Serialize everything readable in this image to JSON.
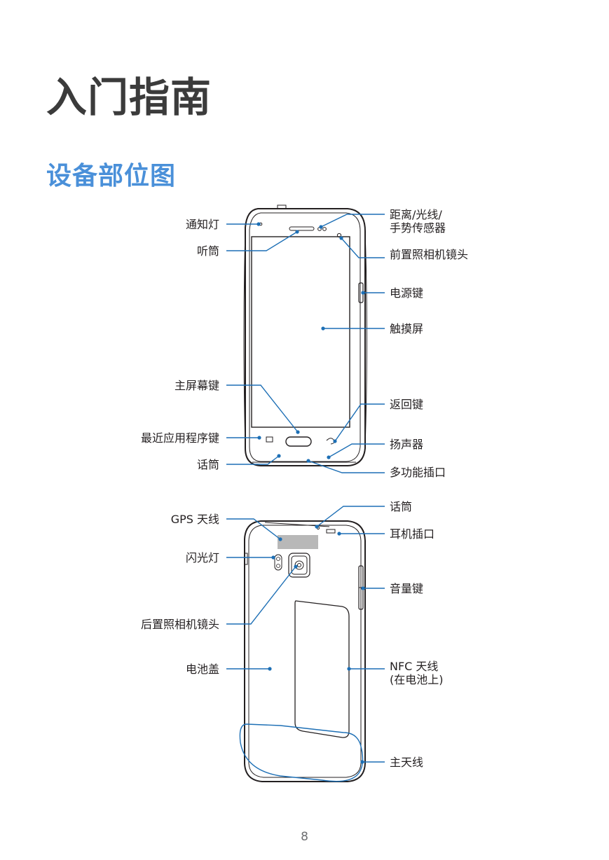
{
  "chapter_title": "入门指南",
  "section_title": "设备部位图",
  "front_labels": {
    "notification_light": "通知灯",
    "earpiece": "听筒",
    "home_key": "主屏幕键",
    "recent_apps_key": "最近应用程序键",
    "microphone_bottom": "话筒",
    "proximity_sensor_line1": "距离/光线/",
    "proximity_sensor_line2": "手势传感器",
    "front_camera": "前置照相机镜头",
    "power_key": "电源键",
    "touch_screen": "触摸屏",
    "back_key": "返回键",
    "speaker": "扬声器",
    "multipurpose_jack": "多功能插口"
  },
  "back_labels": {
    "gps_antenna": "GPS 天线",
    "flash": "闪光灯",
    "rear_camera": "后置照相机镜头",
    "back_cover": "电池盖",
    "microphone_top": "话筒",
    "headset_jack": "耳机插口",
    "volume_key": "音量键",
    "nfc_antenna_line1": "NFC 天线",
    "nfc_antenna_line2": "(在电池上)",
    "main_antenna": "主天线"
  },
  "page_number": "8",
  "colors": {
    "section_title": "#4a90d9",
    "callout_line": "#1d6fb5",
    "phone_outline": "#231f20"
  }
}
